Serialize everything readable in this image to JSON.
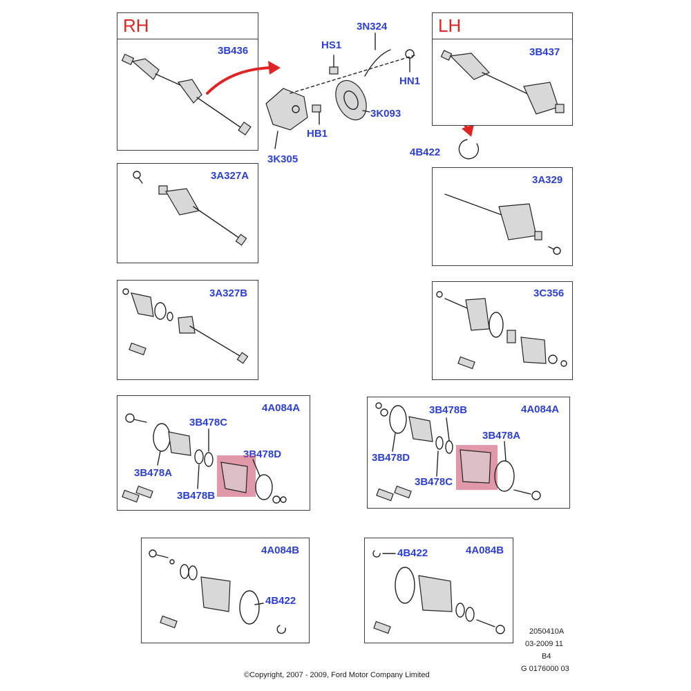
{
  "colors": {
    "side_label": "#e02424",
    "part_label": "#2b3fd6",
    "highlight": "#c84664",
    "line": "#222222"
  },
  "sides": {
    "rh": "RH",
    "lh": "LH"
  },
  "parts": {
    "rh_shaft": "3B436",
    "lh_shaft": "3B437",
    "hs1": "HS1",
    "n324": "3N324",
    "hn1": "HN1",
    "k093": "3K093",
    "hb1": "HB1",
    "k305": "3K305",
    "b422_top": "4B422",
    "a327a": "3A327A",
    "a329": "3A329",
    "a327b": "3A327B",
    "c356": "3C356",
    "rh_kit_a": "4A084A",
    "rh_b478c": "3B478C",
    "rh_b478d": "3B478D",
    "rh_b478a": "3B478A",
    "rh_b478b": "3B478B",
    "lh_kit_a": "4A084A",
    "lh_b478b": "3B478B",
    "lh_b478a": "3B478A",
    "lh_b478d": "3B478D",
    "lh_b478c": "3B478C",
    "rh_kit_b": "4A084B",
    "rh_b422": "4B422",
    "lh_kit_b": "4A084B",
    "lh_b422": "4B422"
  },
  "footer": {
    "line1": "2050410A",
    "line2": "03-2009 11",
    "line3": "B4",
    "line4": "G 0176000 03",
    "copyright": "©Copyright, 2007 - 2009, Ford Motor Company Limited"
  }
}
